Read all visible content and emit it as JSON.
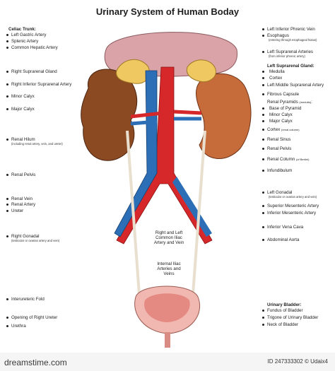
{
  "title": "Urinary System of Human Boday",
  "left_labels": [
    {
      "text": "Celiac Trunk:",
      "bold": true
    },
    {
      "text": "Left Gastric Artery"
    },
    {
      "text": "Splenic Artery"
    },
    {
      "text": "Common Hepatic Artery"
    },
    {
      "text": "Right Suprarenal Gland"
    },
    {
      "text": "Right Inferior Suprarenal Artery"
    },
    {
      "text": "Minor Calyx"
    },
    {
      "text": "Major Calyx"
    },
    {
      "text": "Renal Hilum"
    },
    {
      "text": "Renal Pelvis"
    },
    {
      "text": "Renal Vein"
    },
    {
      "text": "Renal Artery"
    },
    {
      "text": "Ureter"
    },
    {
      "text": "Right Gonadal"
    },
    {
      "text": "Interureteric Fold"
    },
    {
      "text": "Opening of Right Ureter"
    },
    {
      "text": "Urethra"
    }
  ],
  "left_subs": [
    "(including renal artery, vein, and ureter)",
    "(testicular or ovarian artery and vein)"
  ],
  "right_labels": [
    {
      "text": "Left Inferior Phrenic Vein"
    },
    {
      "text": "Esophagus"
    },
    {
      "text": "Left Suprarenal Arteries"
    },
    {
      "text": "Left Suprarenal Gland:",
      "bold": true
    },
    {
      "text": "Medulla"
    },
    {
      "text": "Cortex"
    },
    {
      "text": "Left Middle Suprarenal Artery"
    },
    {
      "text": "Fibrous Capsule"
    },
    {
      "text": "Renal Pyramids"
    },
    {
      "text": "Base of Pyramid"
    },
    {
      "text": "Minor Calyx"
    },
    {
      "text": "Major Calyx"
    },
    {
      "text": "Cortex"
    },
    {
      "text": "Renal Sinus"
    },
    {
      "text": "Renal Pelvis"
    },
    {
      "text": "Renal Column"
    },
    {
      "text": "Infundibulum"
    },
    {
      "text": "Left Gonadal"
    },
    {
      "text": "Superior Mesenteric Artery"
    },
    {
      "text": "Inferior Mesenteric Artery"
    },
    {
      "text": "Inferior Vena Cava"
    },
    {
      "text": "Abdominal Aorta"
    },
    {
      "text": "Urinary Bladder:",
      "bold": true
    },
    {
      "text": "Fundus of Bladder"
    },
    {
      "text": "Trigone of Urinary Bladder"
    },
    {
      "text": "Neck of Bladder"
    }
  ],
  "right_subs": [
    "(entering through esophageal hiatus)",
    "(from inferior phrenic artery)",
    "(medulla)",
    "(renal column)",
    "(of Bertini)",
    "(testicular or ovarian artery and vein)"
  ],
  "center_labels": {
    "iliac": "Right and Left\nCommon Iliac\nArtery and Vein",
    "internal": "Internal Iliac\nArteries and Veins"
  },
  "footer": {
    "brand": "dreamstime.com",
    "id": "ID 247333302 © Udaix4"
  },
  "colors": {
    "artery": "#d6282b",
    "vein": "#2d6fb7",
    "kidney_left": "#8b4a22",
    "kidney_right": "#c66b3a",
    "adrenal": "#efc862",
    "liver": "#d9a3a8",
    "bladder": "#f0b8b0"
  }
}
